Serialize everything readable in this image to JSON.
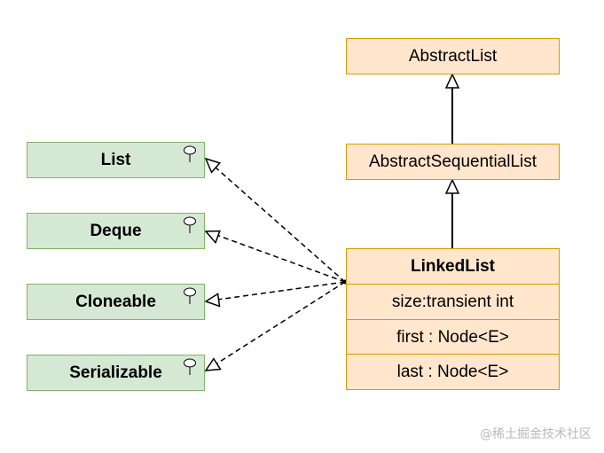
{
  "interfaces": [
    {
      "name": "List"
    },
    {
      "name": "Deque"
    },
    {
      "name": "Cloneable"
    },
    {
      "name": "Serializable"
    }
  ],
  "classes": {
    "abstract_list": "AbstractList",
    "abstract_sequential_list": "AbstractSequentialList"
  },
  "linked_list": {
    "title": "LinkedList",
    "fields": [
      "size:transient int",
      "first : Node<E>",
      "last : Node<E>"
    ]
  },
  "watermark": "@稀土掘金技术社区",
  "colors": {
    "interface_fill": "#d5e8d4",
    "interface_stroke": "#82b366",
    "class_fill": "#ffe6cc",
    "class_stroke": "#d79b00"
  },
  "icons": {
    "interface_marker": "lollipop-interface-icon"
  }
}
